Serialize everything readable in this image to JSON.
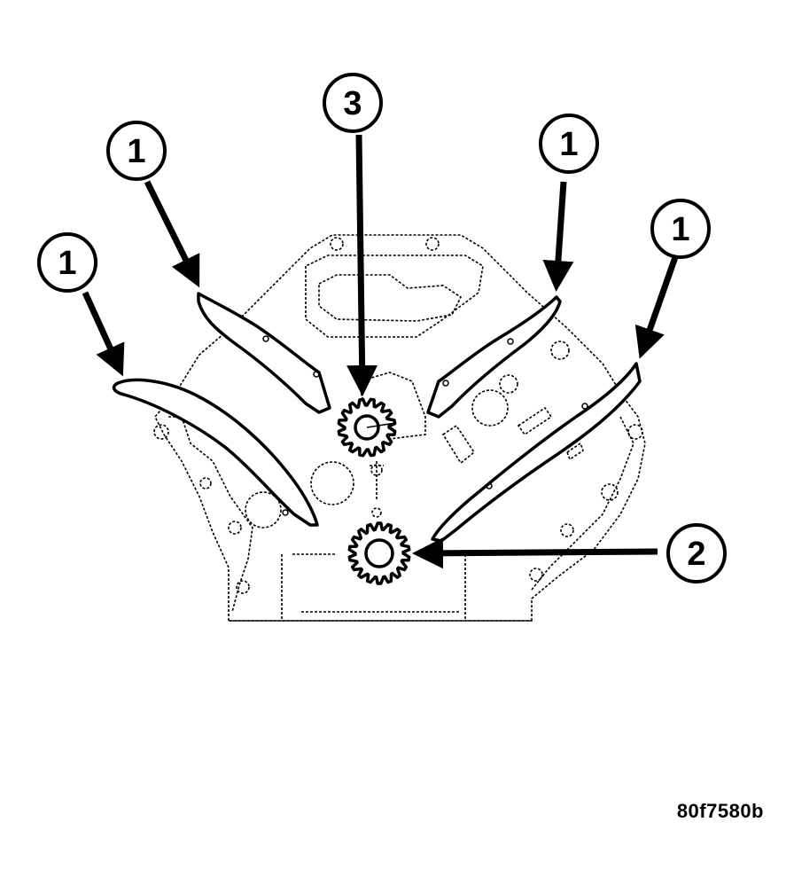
{
  "figure_id": "80f7580b",
  "callouts": [
    {
      "label": "1"
    },
    {
      "label": "1"
    },
    {
      "label": "1"
    },
    {
      "label": "1"
    },
    {
      "label": "2"
    },
    {
      "label": "3"
    }
  ]
}
